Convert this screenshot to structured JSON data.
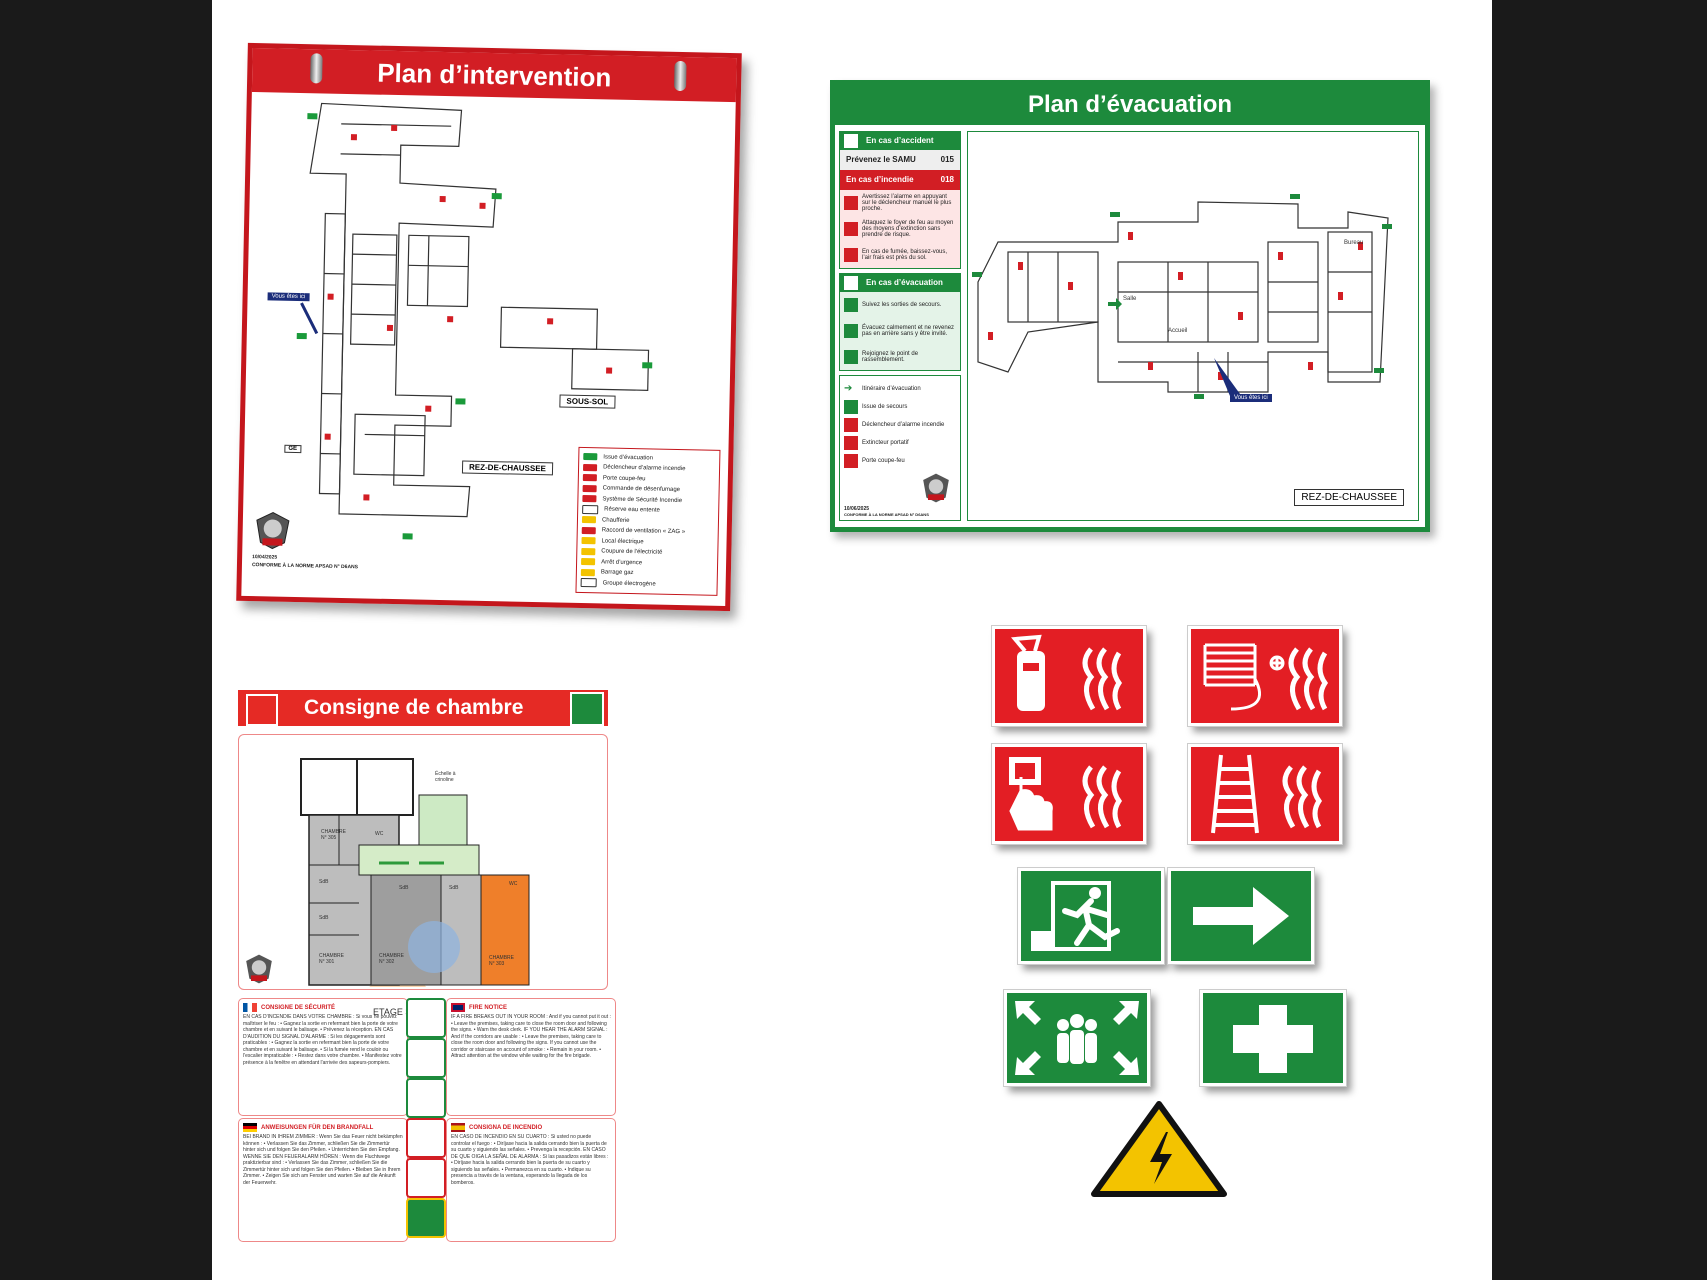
{
  "intervention": {
    "title": "Plan d’intervention",
    "floor_main": "REZ-DE-CHAUSSEE",
    "floor_basement": "SOUS-SOL",
    "you_are_here": "Vous êtes ici",
    "date": "10/04/2025",
    "norm": "CONFORME À LA NORME APSAD N° D6ANS",
    "ge_label": "GE",
    "legend": [
      "Issue d’évacuation",
      "Déclencheur d’alarme incendie",
      "Porte coupe-feu",
      "Commande de désenfumage",
      "Système de Sécurité Incendie",
      "Réserve eau entente",
      "Chaufferie",
      "Raccord de ventilation « ZAG »",
      "Local électrique",
      "Coupure de l’électricité",
      "Arrêt d’urgence",
      "Barrage gaz",
      "Groupe électrogène"
    ]
  },
  "evacuation": {
    "title": "Plan d’évacuation",
    "accident_header": "En cas d’accident",
    "samu_label": "Prévenez le SAMU",
    "samu_number": "015",
    "fire_label": "En cas d’incendie",
    "fire_number": "018",
    "fire_steps": [
      "Avertissez l’alarme en appuyant sur le déclencheur manuel le plus proche.",
      "Attaquez le foyer de feu au moyen des moyens d’extinction sans prendre de risque.",
      "En cas de fumée, baissez-vous, l’air frais est près du sol."
    ],
    "evac_header": "En cas d’évacuation",
    "evac_steps": [
      "Suivez les sorties de secours.",
      "Évacuez calmement et ne revenez pas en arrière sans y être invité.",
      "Rejoignez le point de rassemblement."
    ],
    "legend": [
      "Itinéraire d’évacuation",
      "Issue de secours",
      "Déclencheur d’alarme incendie",
      "Extincteur portatif",
      "Porte coupe-feu"
    ],
    "date": "10/06/2025",
    "norm": "CONFORME À LA NORME APSAD N° D6ANS",
    "floor": "REZ-DE-CHAUSSEE",
    "you_are_here": "Vous êtes ici",
    "room_labels": [
      "Salle",
      "Accueil",
      "Bureau"
    ]
  },
  "chambre": {
    "title": "Consigne de chambre",
    "floor": "ETAGE 3",
    "stair_label": "Échelle à crinoline",
    "rooms": [
      "CHAMBRE N° 305",
      "CHAMBRE N° 301",
      "CHAMBRE N° 302",
      "CHAMBRE N° 303",
      "SdB",
      "SdB",
      "SdB",
      "SdB",
      "WC",
      "WC"
    ],
    "fr_title": "CONSIGNE DE SÉCURITÉ",
    "fr_text": "EN CAS D'INCENDIE DANS VOTRE CHAMBRE : Si vous ne pouvez maîtriser le feu : • Gagnez la sortie en refermant bien la porte de votre chambre et en suivant le balisage. • Prévenez la réception. EN CAS D'AUDITION DU SIGNAL D'ALARME : Si les dégagements sont praticables : • Gagnez la sortie en refermant bien la porte de votre chambre et en suivant le balisage. • Si la fumée rend le couloir ou l'escalier impraticable : • Restez dans votre chambre. • Manifestez votre présence à la fenêtre en attendant l'arrivée des sapeurs-pompiers.",
    "en_title": "FIRE NOTICE",
    "en_text": "IF A FIRE BREAKS OUT IN YOUR ROOM : And if you cannot put it out : • Leave the premises, taking care to close the room door and following the signs. • Warn the desk clerk. IF YOU HEAR THE ALARM SIGNAL : And if the corridors are usable : • Leave the premises, taking care to close the room door and following the signs. If you cannot use the corridor or staircase on account of smoke : • Remain in your room. • Attract attention at the window while waiting for the fire brigade.",
    "de_title": "ANWEISUNGEN FÜR DEN BRANDFALL",
    "de_text": "BEI BRAND IN IHREM ZIMMER : Wenn Sie das Feuer nicht bekämpfen können : • Verlassen Sie das Zimmer, schließen Sie die Zimmertür hinter sich und folgen Sie den Pfeilen. • Unterrichten Sie den Empfang. WENNE SIE DEN FEUERALARM HÖREN : Wenn die Fluchtwege praktizierbar sind : • Verlassen Sie das Zimmer, schließen Sie die Zimmertür hinter sich und folgen Sie den Pfeilen. • Bleiben Sie in Ihrem Zimmer. • Zeigen Sie sich am Fenster und warten Sie auf die Ankunft der Feuerwehr.",
    "es_title": "CONSIGNA DE INCENDIO",
    "es_text": "EN CASO DE INCENDIO EN SU CUARTO : Si usted no puede controlar el fuego : • Diríjase hacia la salida cerrando bien la puerta de su cuarto y siguiendo las señales. • Prevenga la recepción. EN CASO DE QUE OIGA LA SEÑAL DE ALARMA : Si las pasadizos están libres : • Diríjase hacia la salida cerrando bien la puerta de su cuarto y siguiendo las señales. • Permanezca en su cuarto. • Indique su presencia a través de la ventana, esperando la llegada de los bomberos."
  },
  "colors": {
    "fire_red": "#e31e24",
    "safety_green": "#1d8a3c",
    "warning_yellow": "#f3c300",
    "frame_black": "#1a1a1a"
  },
  "signs": [
    "fire-extinguisher-sign-icon",
    "fire-hose-reel-sign-icon",
    "fire-alarm-call-point-sign-icon",
    "fire-ladder-sign-icon",
    "emergency-exit-running-man-sign-icon",
    "direction-arrow-right-sign-icon",
    "assembly-point-sign-icon",
    "first-aid-cross-sign-icon",
    "electrical-hazard-warning-icon"
  ]
}
